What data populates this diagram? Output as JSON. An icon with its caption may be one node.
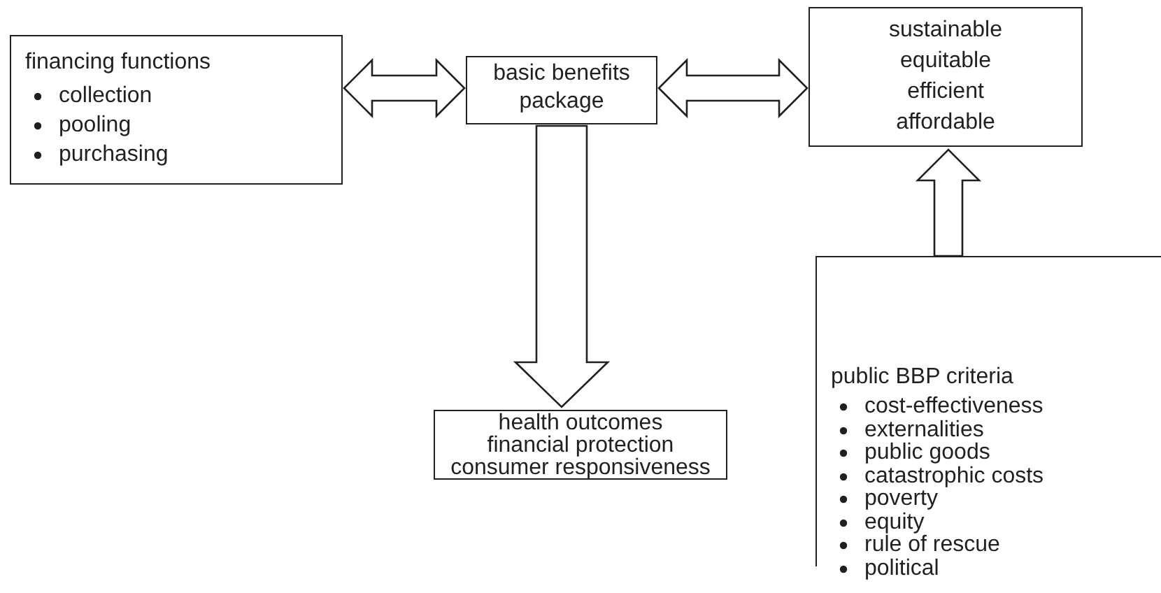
{
  "diagram": {
    "nodes": [
      {
        "text": [
          "financing functions",
          "collection",
          "pooling",
          "purchasing"
        ]
      },
      {
        "text": [
          "basic benefits package"
        ]
      },
      {
        "text": [
          "sustainable",
          "equitable",
          "efficient",
          "affordable"
        ]
      },
      {
        "text": [
          "health outcomes",
          "financial protection",
          "consumer responsiveness"
        ]
      },
      {
        "text": [
          "public BBP criteria",
          "cost-effectiveness",
          "externalities",
          "public goods",
          "catastrophic costs",
          "poverty",
          "equity",
          "rule of rescue",
          "political"
        ]
      }
    ],
    "edges": [
      {
        "from": 0,
        "to": 1,
        "arrow": "both"
      },
      {
        "from": 1,
        "to": 2,
        "arrow": "both"
      },
      {
        "from": 1,
        "to": 3,
        "arrow": "to"
      },
      {
        "from": 4,
        "to": 2,
        "arrow": "to"
      }
    ]
  }
}
